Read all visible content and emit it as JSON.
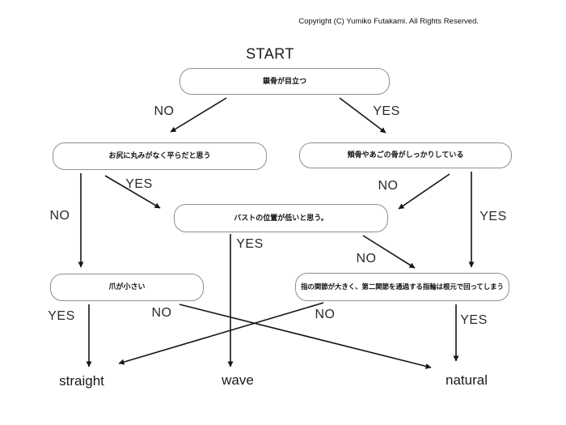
{
  "page": {
    "copyright": "Copyright (C) Yumiko Futakami. All Rights Reserved.",
    "background": "#ffffff"
  },
  "flowchart": {
    "start_label": "START",
    "nodes": [
      {
        "id": "q1",
        "text": "鎖骨が目立つ"
      },
      {
        "id": "q2",
        "text": "お尻に丸みがなく平らだと思う"
      },
      {
        "id": "q3",
        "text": "頬骨やあごの骨がしっかりしている"
      },
      {
        "id": "q4",
        "text": "バストの位置が低いと思う。"
      },
      {
        "id": "q5",
        "text": "爪が小さい"
      },
      {
        "id": "q6",
        "text": "指の関節が大きく、第二関節を通過する指輪は根元で回ってしまう"
      }
    ],
    "outcomes": [
      {
        "id": "straight",
        "label": "straight"
      },
      {
        "id": "wave",
        "label": "wave"
      },
      {
        "id": "natural",
        "label": "natural"
      }
    ],
    "edges": [
      {
        "from": "q1",
        "to": "q2",
        "label": "NO"
      },
      {
        "from": "q1",
        "to": "q3",
        "label": "YES"
      },
      {
        "from": "q2",
        "to": "q5",
        "label": "NO"
      },
      {
        "from": "q2",
        "to": "q4",
        "label": "YES"
      },
      {
        "from": "q3",
        "to": "q4",
        "label": "NO"
      },
      {
        "from": "q3",
        "to": "q6",
        "label": "YES"
      },
      {
        "from": "q4",
        "to": "wave",
        "label": "YES"
      },
      {
        "from": "q4",
        "to": "q6",
        "label": "NO"
      },
      {
        "from": "q5",
        "to": "straight",
        "label": "YES"
      },
      {
        "from": "q5",
        "to": "natural",
        "label": "NO"
      },
      {
        "from": "q6",
        "to": "straight",
        "label": "NO"
      },
      {
        "from": "q6",
        "to": "natural",
        "label": "YES"
      }
    ]
  },
  "colors": {
    "box_border": "#8f8f8f",
    "arrow": "#161616",
    "text": "#111111",
    "background": "#ffffff"
  }
}
